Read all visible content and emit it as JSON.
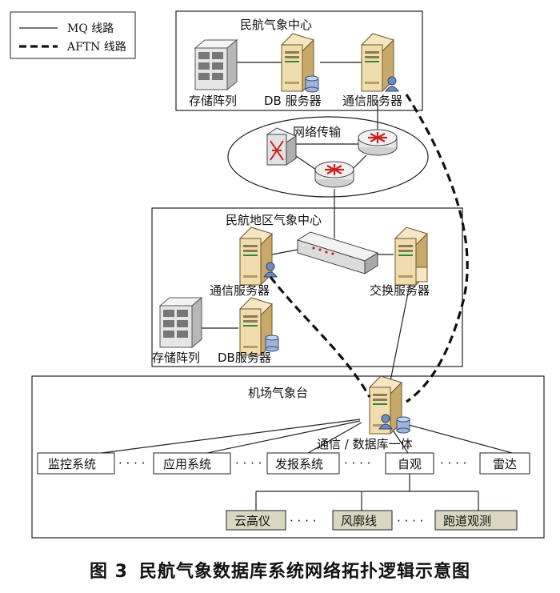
{
  "legend": {
    "mq": "MQ 线路",
    "aftn": "AFTN 线路"
  },
  "center": {
    "title": "民航气象中心",
    "storage": "存储阵列",
    "db_server": "DB 服务器",
    "comm_server": "通信服务器"
  },
  "network": {
    "title": "网络传输"
  },
  "regional": {
    "title": "民航地区气象中心",
    "comm_server": "通信服务器",
    "exchange_server": "交换服务器",
    "storage": "存储阵列",
    "db_server": "DB服务器"
  },
  "airport": {
    "title": "机场气象台",
    "integrated": "通信 / 数据库一体",
    "systems": [
      "监控系统",
      "应用系统",
      "发报系统",
      "自观",
      "雷达"
    ],
    "sensors": [
      "云高仪",
      "风廓线",
      "跑道观测"
    ],
    "ellipsis": "· · · ·"
  },
  "caption": {
    "num": "图 3",
    "text": "民航气象数据库系统网络拓扑逻辑示意图"
  },
  "colors": {
    "server_body": "#f1dcae",
    "server_side": "#c9a96a",
    "storage_body": "#e6e6e6",
    "router_red": "#cc2222",
    "sensor_fill": "#d9d7c1"
  }
}
